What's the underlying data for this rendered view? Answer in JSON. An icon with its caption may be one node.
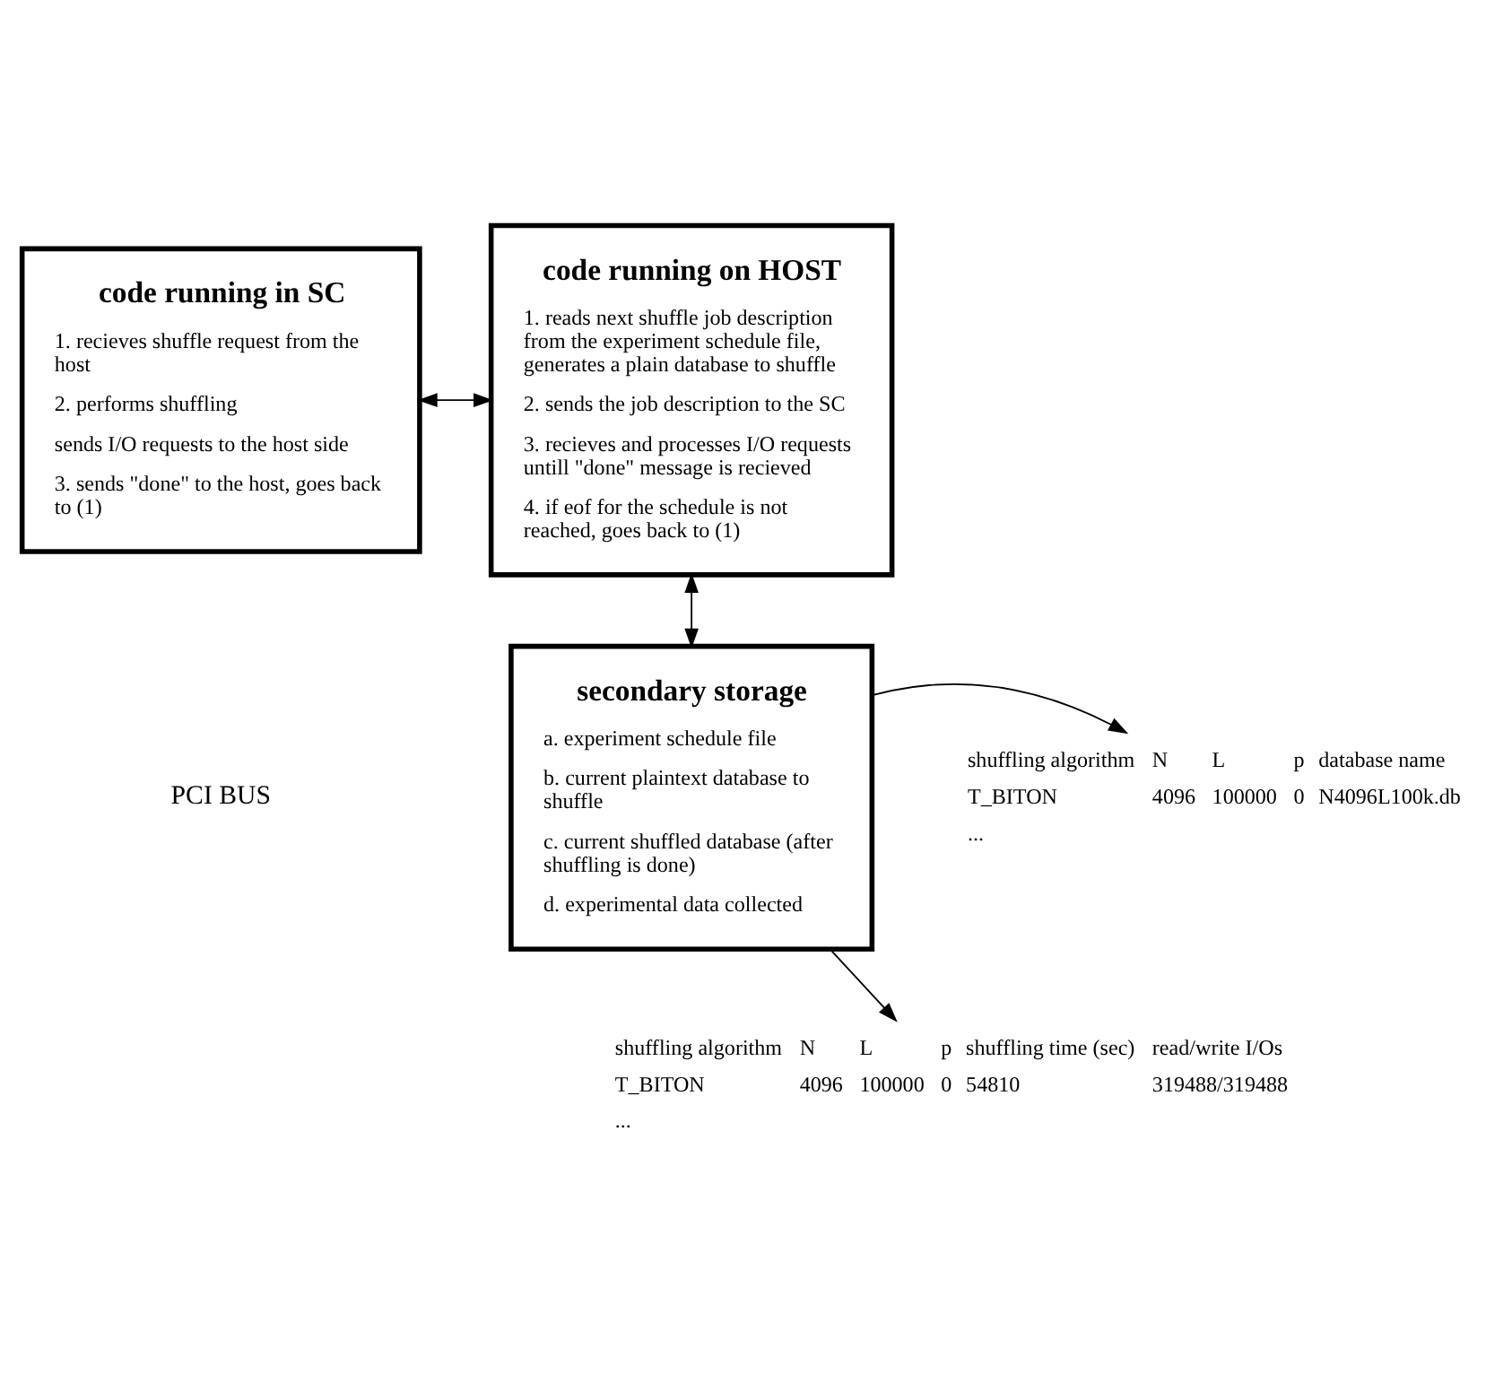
{
  "diagram": {
    "nodes": [
      {
        "text": [
          "code running in SC",
          "1. recieves shuffle request from the host",
          "2. performs shuffling",
          "sends I/O requests to the host side",
          "3. sends \"done\" to the host, goes back to (1)"
        ]
      },
      {
        "text": [
          "code running on HOST",
          "1. reads next shuffle job description from the experiment schedule file, generates a plain database to shuffle",
          "2. sends the job description to the SC",
          "3. recieves and processes I/O requests untill \"done\" message is recieved",
          "4. if eof for the schedule is not reached, goes back to (1)"
        ]
      },
      {
        "text": [
          "secondary storage",
          "a. experiment schedule file",
          "b. current plaintext database to shuffle",
          "c. current shuffled database (after shuffling is done)",
          "d. experimental data collected"
        ]
      },
      {
        "text": [
          "shuffling algorithm",
          "N",
          "L",
          "p",
          "database name",
          "T_BITON",
          "4096",
          "100000",
          "0",
          "N4096L100k.db",
          "..."
        ]
      },
      {
        "text": [
          "shuffling algorithm",
          "N",
          "L",
          "p",
          "shuffling time (sec)",
          "read/write I/Os",
          "T_BITON",
          "4096",
          "100000",
          "0",
          "54810",
          "319488/319488",
          "..."
        ]
      }
    ],
    "edges": [
      {
        "from": 0,
        "to": 1,
        "arrow": "both"
      },
      {
        "from": 1,
        "to": 2,
        "arrow": "both"
      },
      {
        "from": 2,
        "to": 3,
        "arrow": "to"
      },
      {
        "from": 2,
        "to": 4,
        "arrow": "to"
      }
    ],
    "labels": [
      "PCI BUS"
    ]
  }
}
